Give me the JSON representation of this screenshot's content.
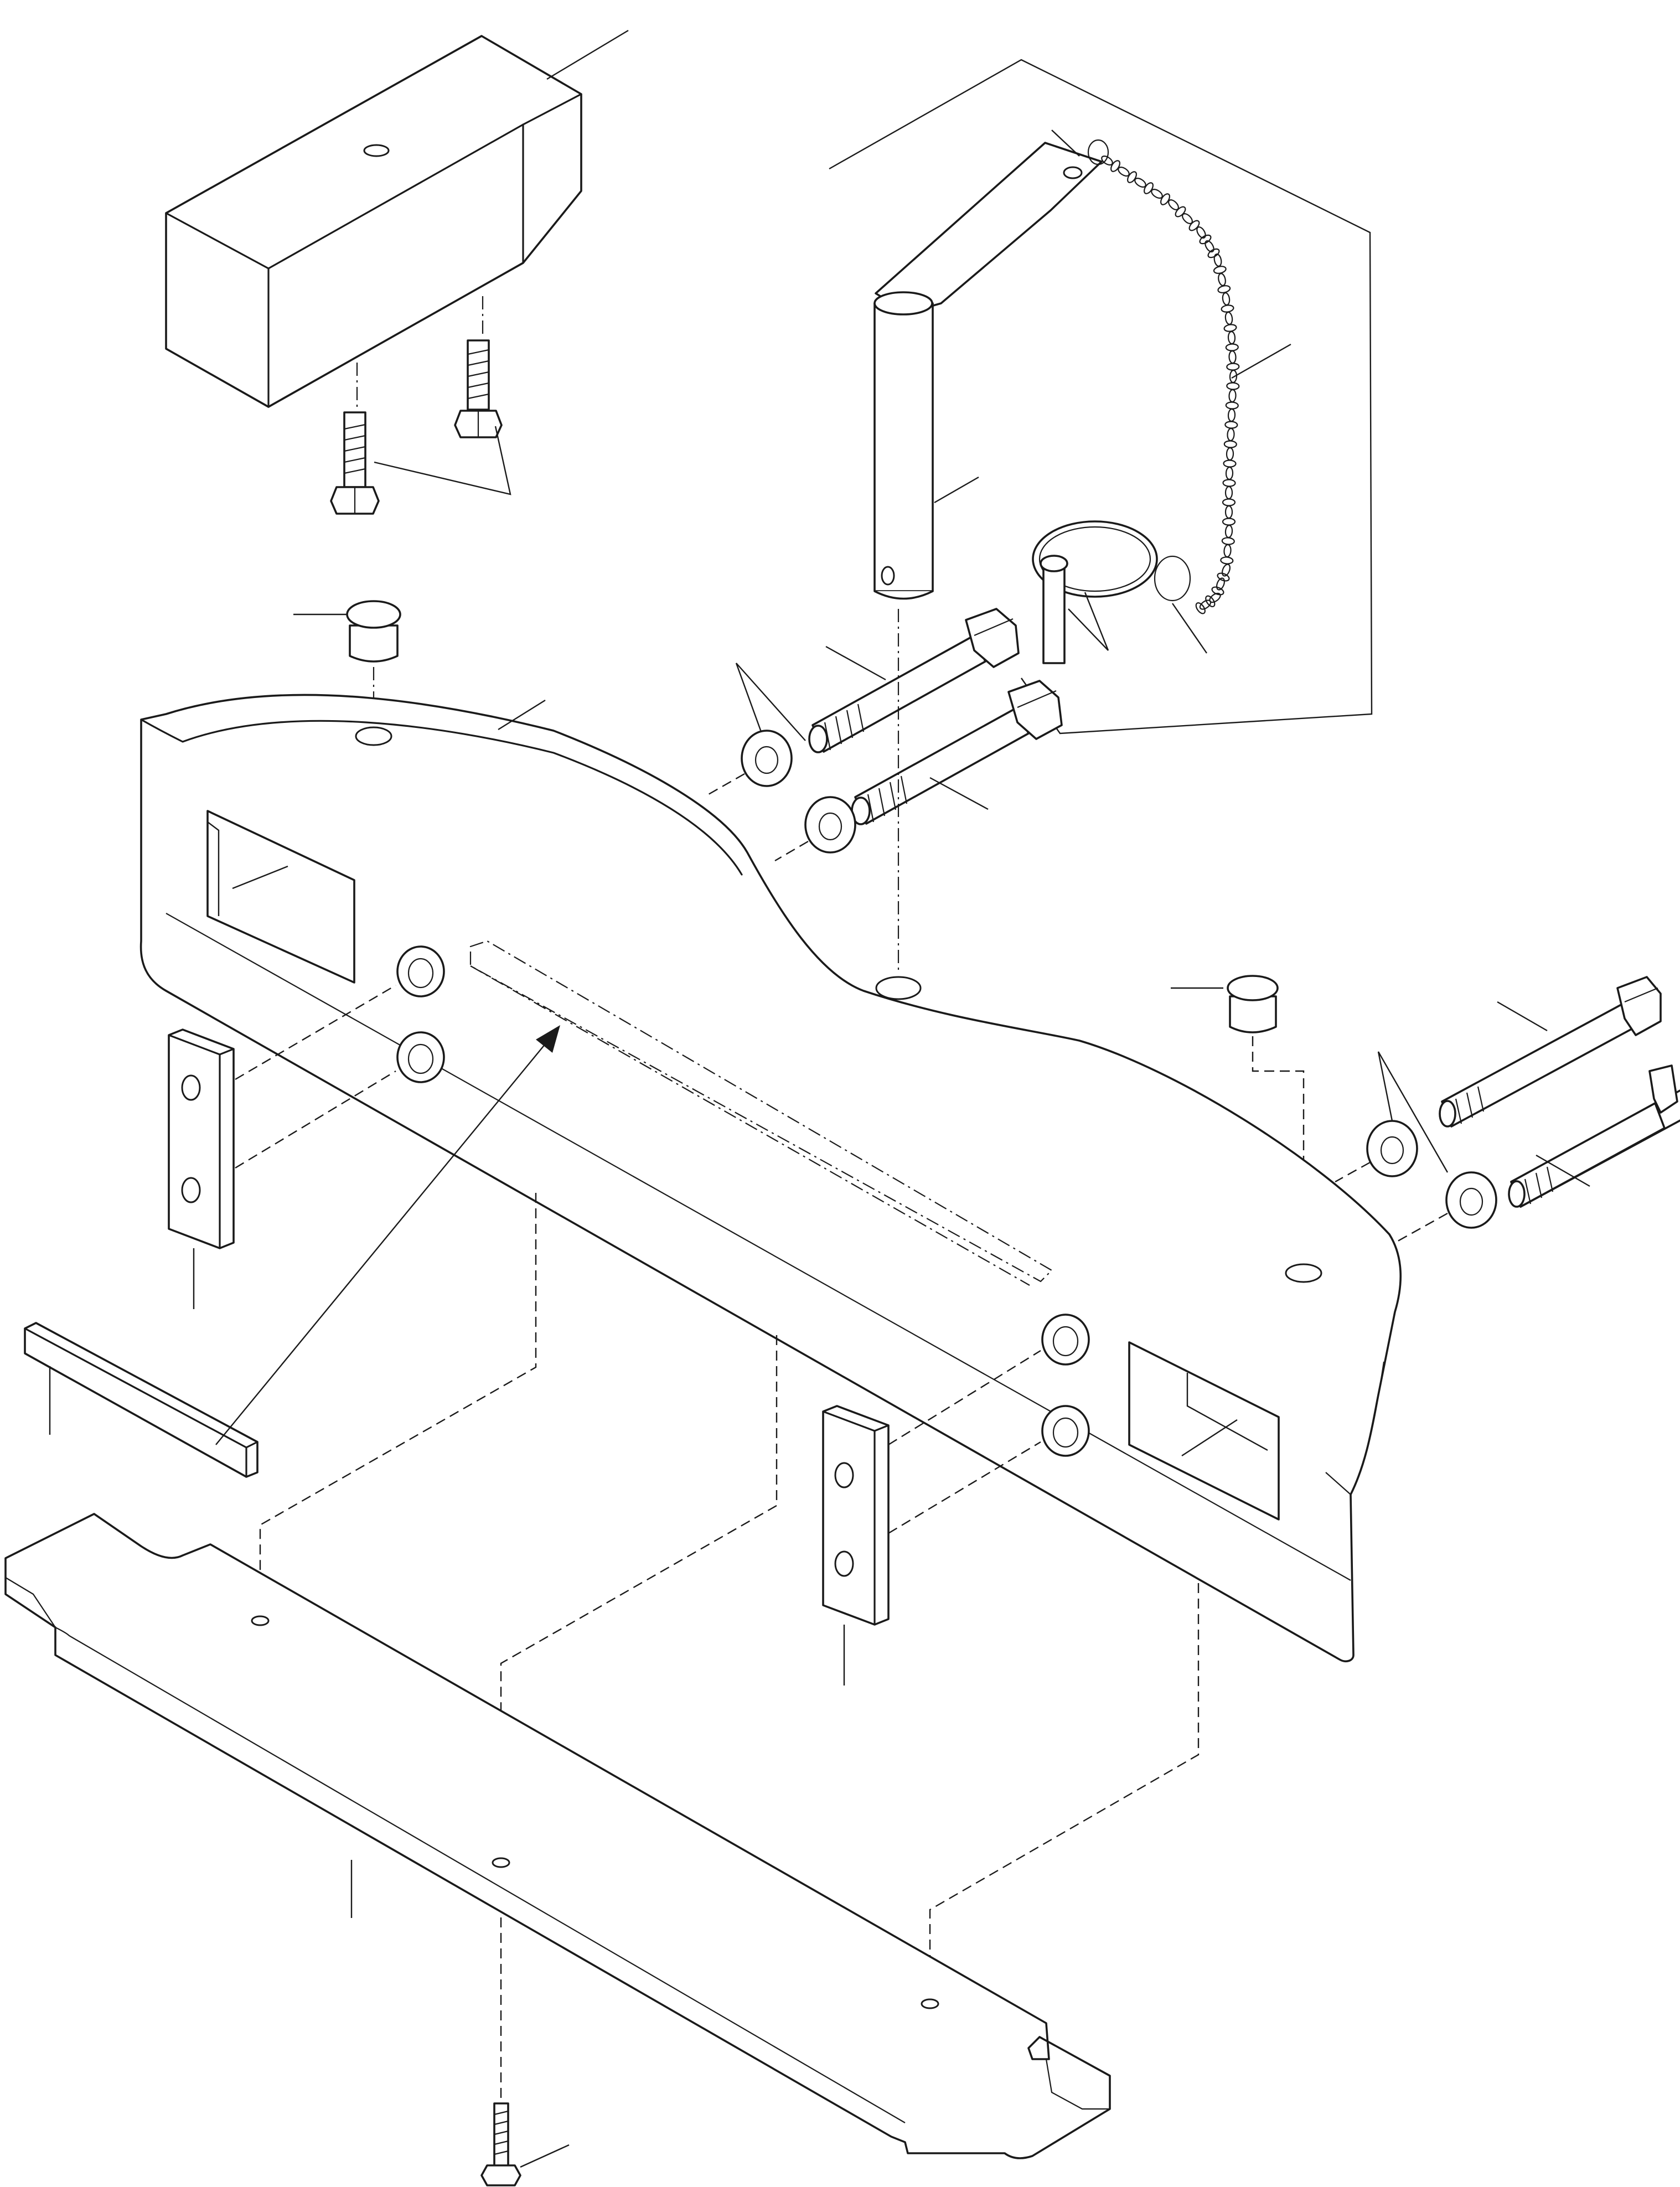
{
  "figure": {
    "kind": "exploded-parts-diagram",
    "callout_numbers_visible": false,
    "line_color": "#1a1a1a",
    "background_color": "#ffffff"
  },
  "parts": [
    {
      "name": "counterweight-block"
    },
    {
      "name": "counterweight-bolts",
      "count": 2
    },
    {
      "name": "hitch-pin-assembly"
    },
    {
      "name": "hitch-pin"
    },
    {
      "name": "retaining-chain"
    },
    {
      "name": "lynch-pin-clip"
    },
    {
      "name": "plug-caps",
      "count": 2
    },
    {
      "name": "drawbar-frame"
    },
    {
      "name": "mounting-bolts-upper",
      "count": 2
    },
    {
      "name": "mounting-bolts-lower",
      "count": 2
    },
    {
      "name": "washers",
      "count": 4
    },
    {
      "name": "spacer-plates",
      "count": 2
    },
    {
      "name": "wear-strip"
    },
    {
      "name": "mounting-plate"
    },
    {
      "name": "bottom-screw"
    }
  ]
}
